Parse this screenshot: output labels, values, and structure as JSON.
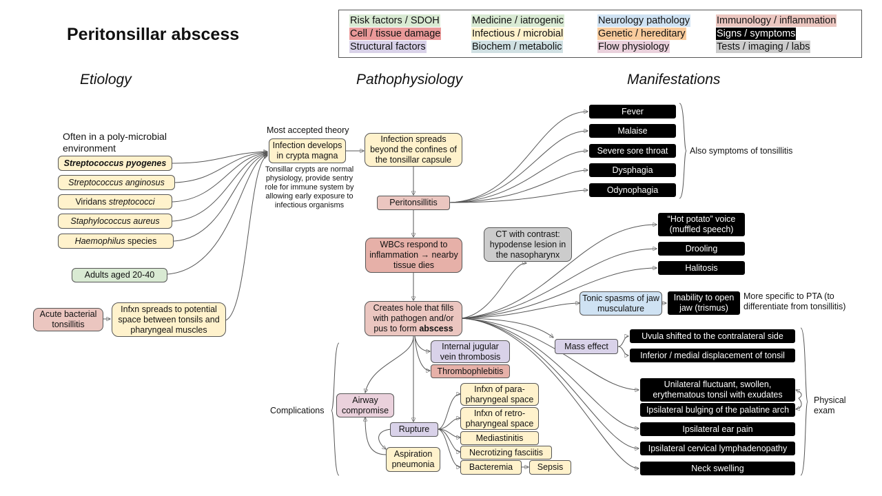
{
  "title": "Peritonsillar abscess",
  "columns": {
    "etiology": "Etiology",
    "pathophysiology": "Pathophysiology",
    "manifestations": "Manifestations"
  },
  "legend": {
    "risk": "Risk factors / SDOH",
    "medicine": "Medicine / iatrogenic",
    "neuro": "Neurology pathology",
    "immuno": "Immunology / inflammation",
    "cell": "Cell / tissue damage",
    "infectious": "Infectious / microbial",
    "genetic": "Genetic / hereditary",
    "signs": "Signs / symptoms",
    "structural": "Structural factors",
    "biochem": "Biochem / metabolic",
    "flow": "Flow physiology",
    "tests": "Tests / imaging / labs"
  },
  "colors": {
    "risk": "#d9ead3",
    "medicine": "#d9ead3",
    "neuro": "#cfe2f3",
    "immuno": "#ebc6c0",
    "cell": "#ea9999",
    "infectious": "#fff2cc",
    "genetic": "#f9cb9c",
    "signs": "#000000",
    "structural": "#d9d2e9",
    "biochem": "#d0e0e3",
    "flow": "#ead1dc",
    "tests": "#cccccc"
  },
  "etiology": {
    "note": "Often in a poly-microbial environment",
    "s_pyogenes": "Streptococcus pyogenes",
    "s_anginosus": "Streptococcus anginosus",
    "viridans_a": "Viridans ",
    "viridans_b": "streptococci",
    "s_aureus": "Staphylococcus aureus",
    "haemophilus_a": "Haemophilus",
    "haemophilus_b": " species",
    "adults": "Adults aged 20-40",
    "acute_tonsillitis": "Acute bacterial tonsillitis",
    "infxn_spreads_space": "Infxn spreads to potential space between tonsils and pharyngeal muscles"
  },
  "patho": {
    "theory_label": "Most accepted theory",
    "crypta_magna": "Infection develops in crypta magna",
    "crypt_note": "Tonsillar crypts are normal physiology, provide sentry role for immune system by allowing early exposure to infectious organisms",
    "spreads_capsule": "Infection spreads beyond the confines of the tonsillar capsule",
    "peritonsillitis": "Peritonsillitis",
    "wbc": "WBCs respond to inflammation → nearby tissue dies",
    "abscess_a": "Creates hole that fills with pathogen and/or pus to form ",
    "abscess_b": "abscess",
    "ct": "CT with contrast: hypodense lesion in the nasopharynx",
    "tonic": "Tonic spasms of jaw musculature",
    "mass_effect": "Mass effect",
    "ij_thrombosis": "Internal jugular vein thrombosis",
    "thrombophlebitis": "Thrombophlebitis",
    "complications_label": "Complications",
    "airway": "Airway compromise",
    "rupture": "Rupture",
    "aspiration": "Aspiration pneumonia",
    "parapharyngeal": "Infxn of para-pharyngeal space",
    "retropharyngeal": "Infxn of retro-pharyngeal space",
    "mediastinitis": "Mediastinitis",
    "necrotizing": "Necrotizing fasciitis",
    "bacteremia": "Bacteremia",
    "sepsis": "Sepsis"
  },
  "manifest": {
    "fever": "Fever",
    "malaise": "Malaise",
    "sore_throat": "Severe sore throat",
    "dysphagia": "Dysphagia",
    "odynophagia": "Odynophagia",
    "tonsillitis_note": "Also symptoms of tonsillitis",
    "hot_potato": "“Hot potato” voice (muffled speech)",
    "drooling": "Drooling",
    "halitosis": "Halitosis",
    "trismus": "Inability to open jaw (trismus)",
    "trismus_note": "More specific to PTA (to differentiate from tonsillitis)",
    "uvula": "Uvula shifted to the contralateral side",
    "inferior": "Inferior / medial displacement of tonsil",
    "fluctuant": "Unilateral fluctuant, swollen, erythematous tonsil with exudates",
    "bulging": "Ipsilateral bulging of the palatine arch",
    "ear_pain": "Ipsilateral ear pain",
    "lymph": "Ipsilateral cervical lymphadenopathy",
    "neck": "Neck swelling",
    "exam_note": "Physical exam"
  }
}
